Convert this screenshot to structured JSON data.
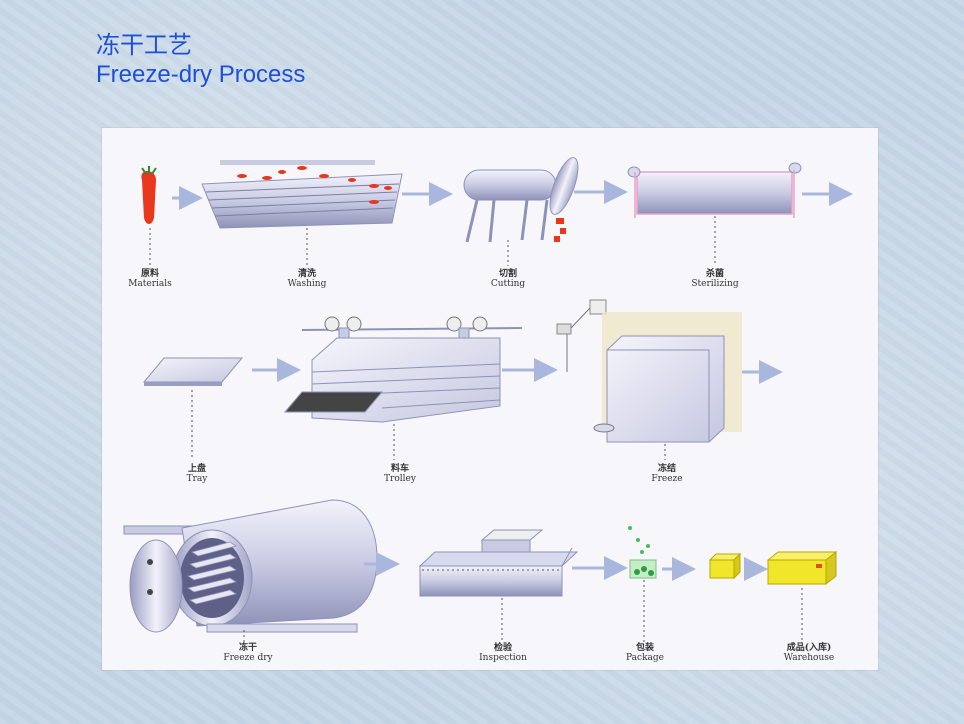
{
  "title": {
    "zh": "冻干工艺",
    "en": "Freeze-dry Process"
  },
  "steps": [
    {
      "zh": "原料",
      "en": "Materials"
    },
    {
      "zh": "清洗",
      "en": "Washing"
    },
    {
      "zh": "切割",
      "en": "Cutting"
    },
    {
      "zh": "杀菌",
      "en": "Sterilizing"
    },
    {
      "zh": "上盘",
      "en": "Tray"
    },
    {
      "zh": "料车",
      "en": "Trolley"
    },
    {
      "zh": "冻结",
      "en": "Freeze"
    },
    {
      "zh": "冻干",
      "en": "Freeze dry"
    },
    {
      "zh": "检验",
      "en": "Inspection"
    },
    {
      "zh": "包装",
      "en": "Package"
    },
    {
      "zh": "成品(入库)",
      "en": "Warehouse"
    }
  ],
  "colors": {
    "title": "#1f4fd6",
    "arrow": "#a9b7dd",
    "machine": "#d7d9ec",
    "carrot": "#e8371b",
    "box": "#f2e62a"
  }
}
